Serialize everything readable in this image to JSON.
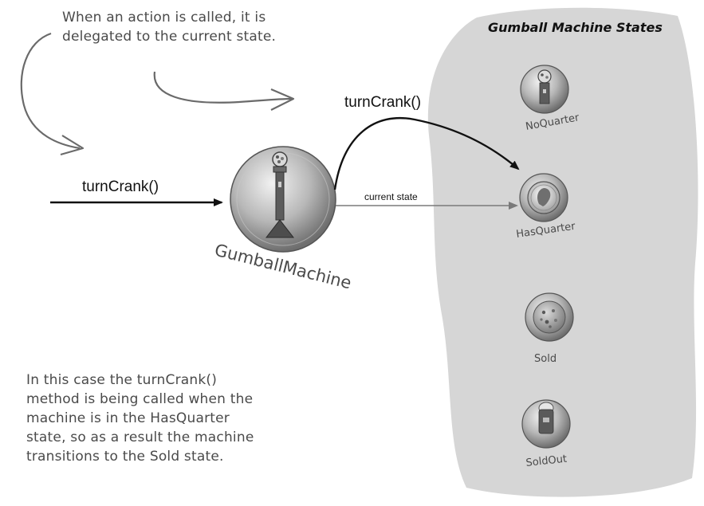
{
  "annotations": {
    "top_note": [
      "When an action is called, it is",
      "delegated to the current state."
    ],
    "bottom_note": [
      "In this case the turnCrank()",
      "method is being called when the",
      "machine is in the HasQuarter",
      "state, so as a result  the machine",
      "transitions to the Sold state."
    ]
  },
  "panel": {
    "title": "Gumball Machine States"
  },
  "context": {
    "name": "GumballMachine"
  },
  "calls": {
    "incoming": "turnCrank()",
    "delegated": "turnCrank()",
    "current_state": "current state"
  },
  "states": [
    {
      "name": "NoQuarter",
      "icon": "gumball-machine-icon"
    },
    {
      "name": "HasQuarter",
      "icon": "quarter-coin-icon"
    },
    {
      "name": "Sold",
      "icon": "gumball-icon"
    },
    {
      "name": "SoldOut",
      "icon": "empty-machine-icon"
    }
  ],
  "colors": {
    "panel": "#d6d6d6",
    "ink": "#111111",
    "note_ink": "#4a4a4a",
    "arrow_gray": "#7a7a7a"
  }
}
